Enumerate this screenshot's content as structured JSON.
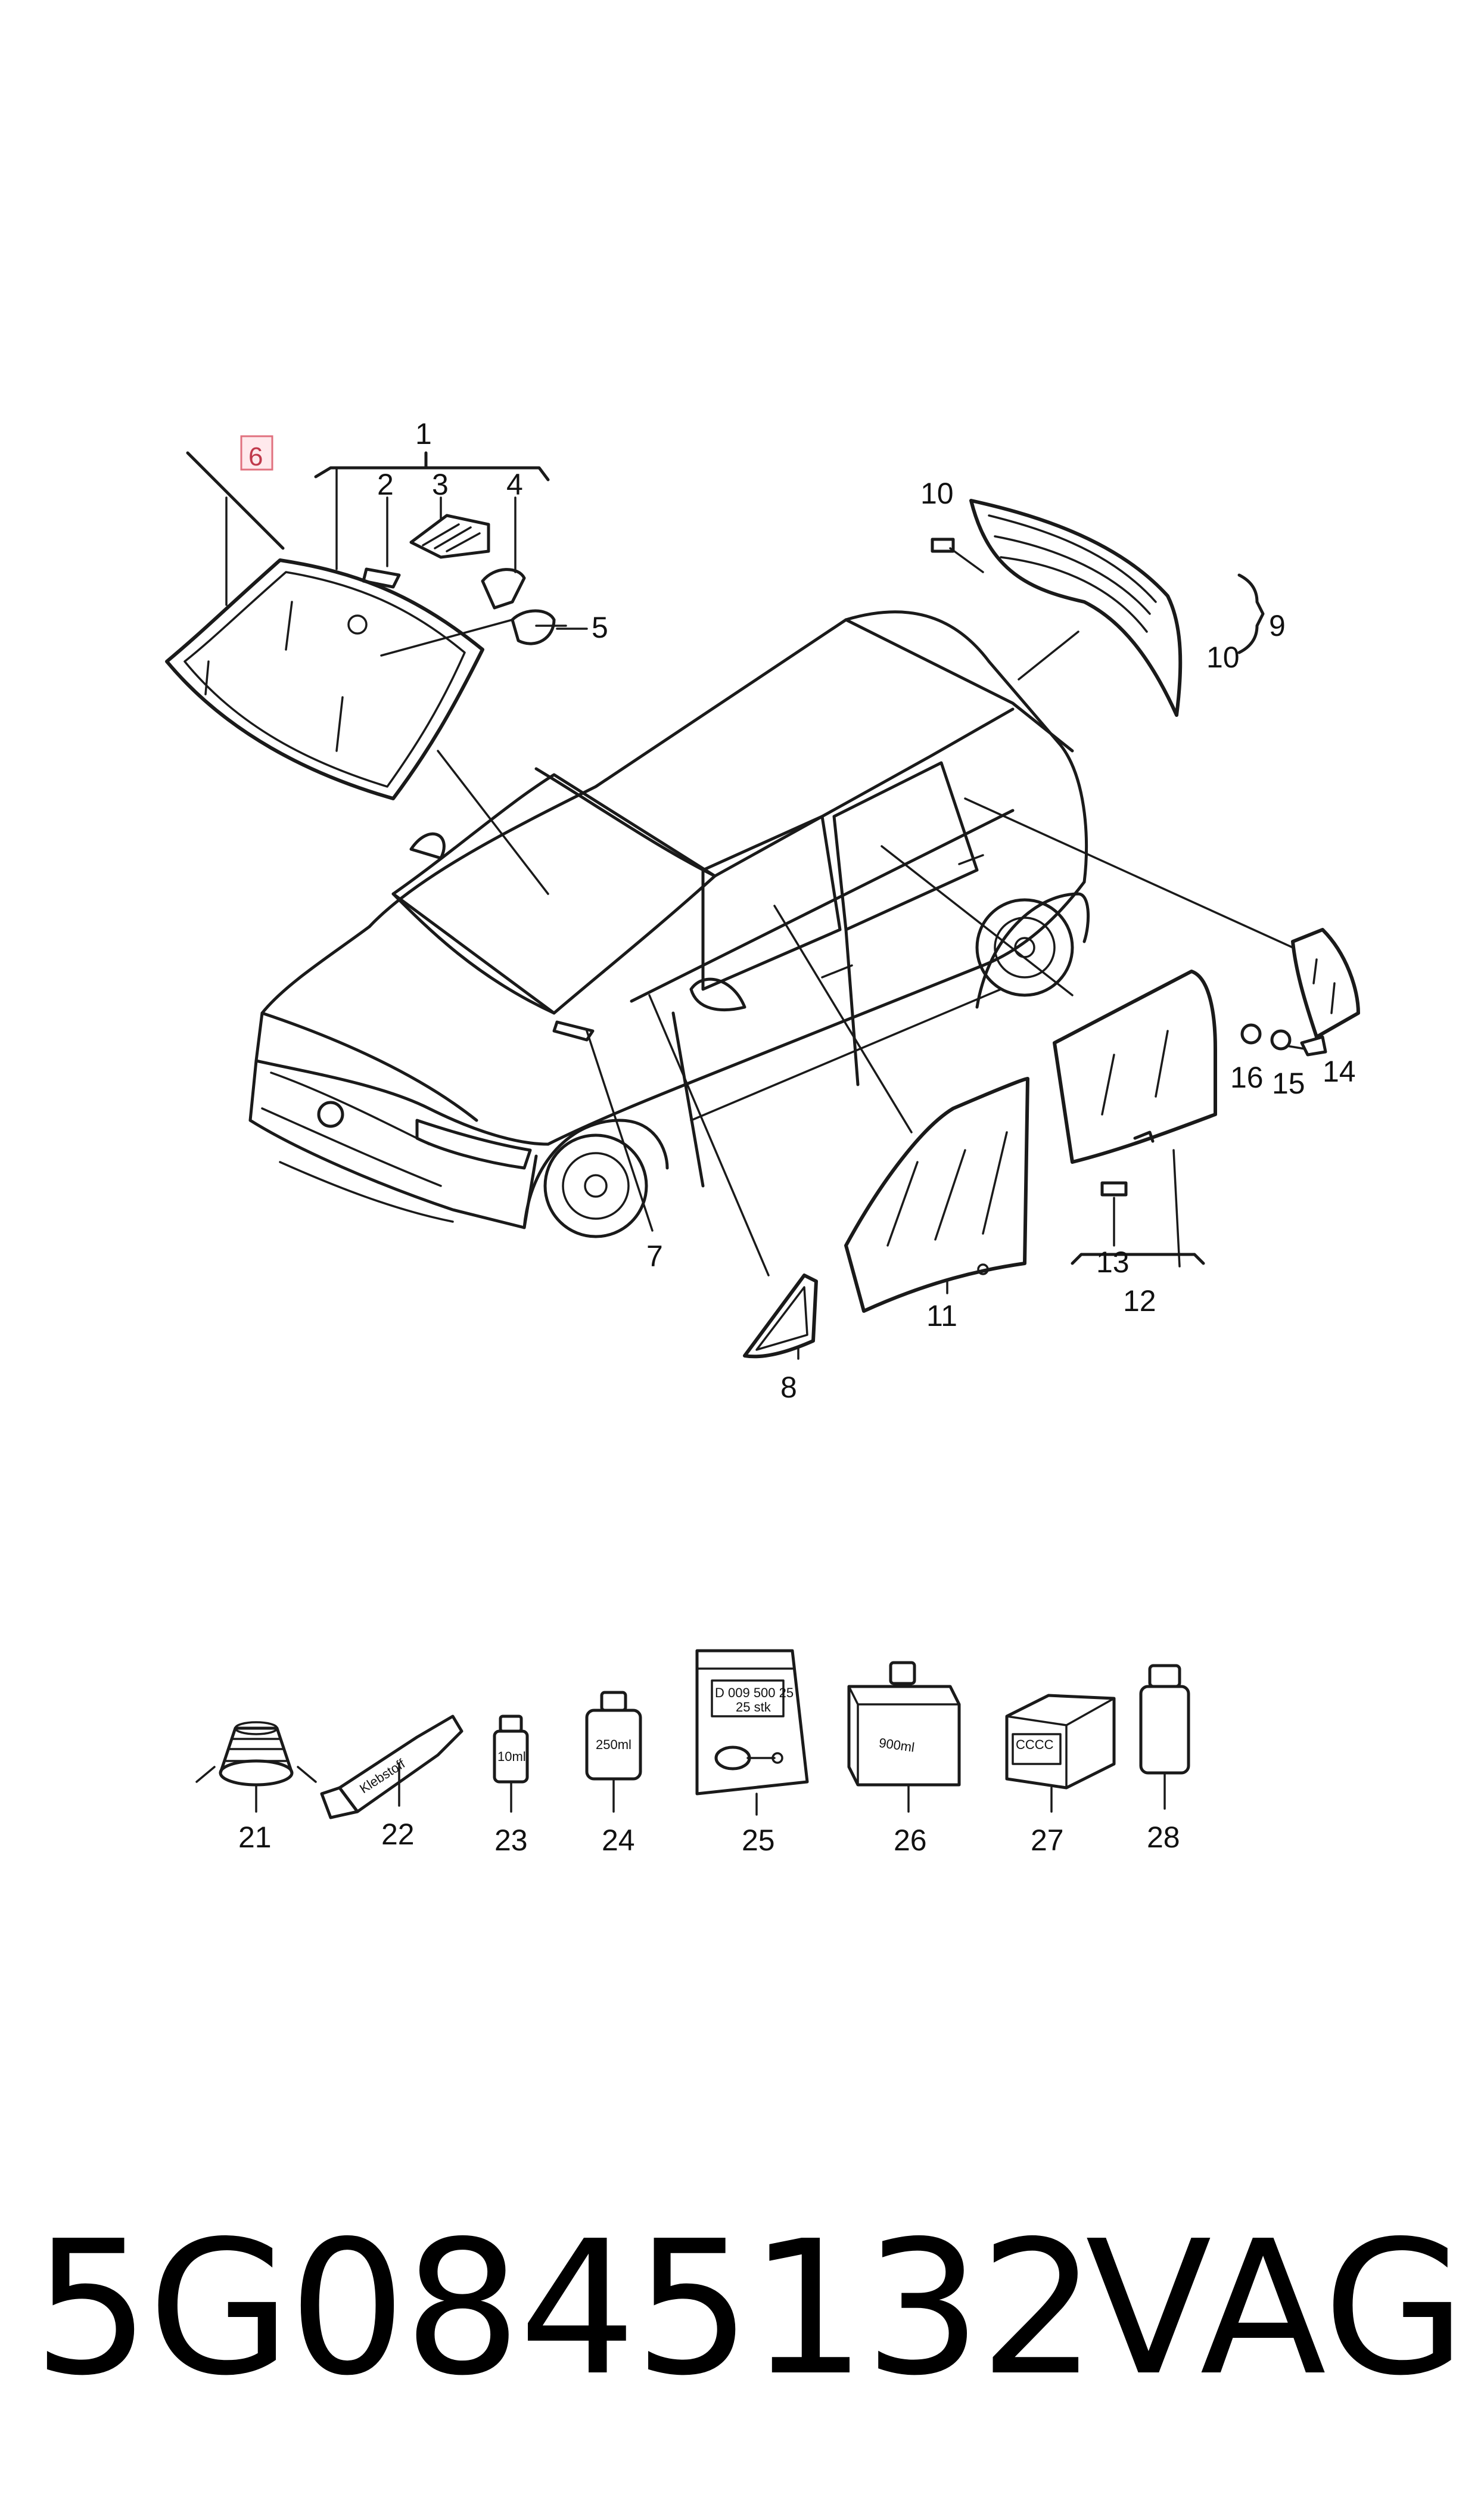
{
  "callouts": {
    "c1": "1",
    "c2": "2",
    "c3": "3",
    "c4": "4",
    "c5": "5",
    "c6": "6",
    "c7": "7",
    "c8": "8",
    "c9": "9",
    "c10a": "10",
    "c10b": "10",
    "c11": "11",
    "c12": "12",
    "c13": "13",
    "c14": "14",
    "c15": "15",
    "c16": "16",
    "c21": "21",
    "c22": "22",
    "c23": "23",
    "c24": "24",
    "c25": "25",
    "c26": "26",
    "c27": "27",
    "c28": "28"
  },
  "product_labels": {
    "tube": "Klebstoff",
    "bottle_small": "10ml",
    "can": "250ml",
    "bag_line1": "D 009 500 25",
    "bag_line2": "25 stk",
    "box": "900ml",
    "kit": "CCCC"
  },
  "highlight": {
    "callout": "6",
    "color": "#e0707e"
  },
  "footer": {
    "part_number": "5G0845132",
    "brand": "VAG"
  }
}
